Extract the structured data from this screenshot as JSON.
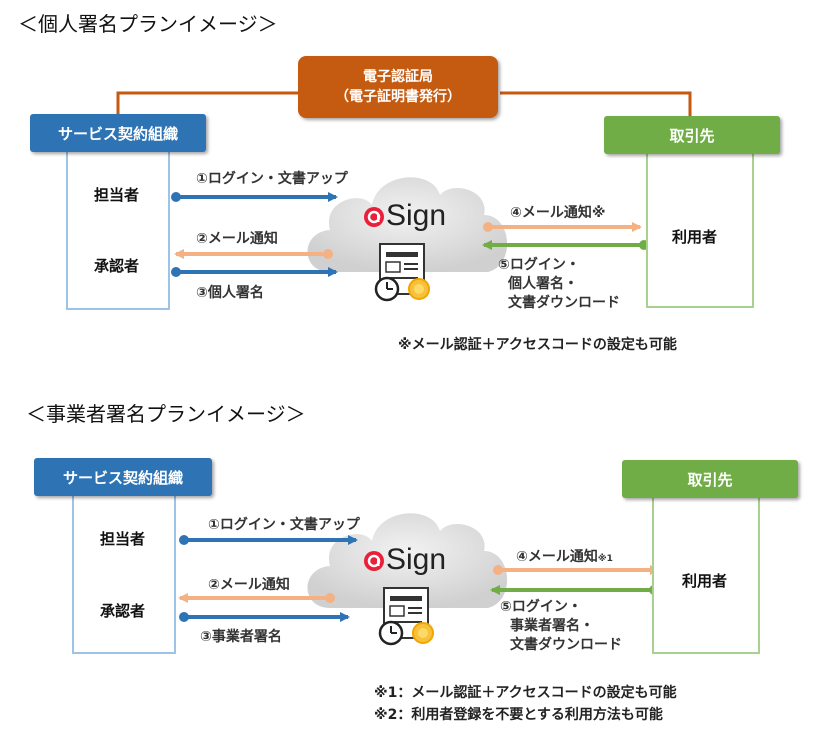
{
  "personal": {
    "title": "＜個人署名プランイメージ＞",
    "ca_line1": "電子認証局",
    "ca_line2": "（電子証明書発行）",
    "org_header": "サービス契約組織",
    "partner_header": "取引先",
    "role_staff": "担当者",
    "role_approver": "承認者",
    "role_user": "利用者",
    "brand": "Sign",
    "step1": "①ログイン・文書アップ",
    "step2": "②メール通知",
    "step3": "③個人署名",
    "step4": "④メール通知※",
    "step5_line1": "⑤ログイン・",
    "step5_line2": "個人署名・",
    "step5_line3": "文書ダウンロード",
    "note": "※メール認証＋アクセスコードの設定も可能"
  },
  "business": {
    "title": "＜事業者署名プランイメージ＞",
    "org_header": "サービス契約組織",
    "partner_header": "取引先",
    "role_staff": "担当者",
    "role_approver": "承認者",
    "role_user": "利用者",
    "brand": "Sign",
    "step1": "①ログイン・文書アップ",
    "step2": "②メール通知",
    "step3": "③事業者署名",
    "step4": "④メール通知",
    "step4_mark": "※1",
    "step5_line1": "⑤ログイン・",
    "step5_line2": "事業者署名・",
    "step5_line3": "文書ダウンロード",
    "note1": "※1：メール認証＋アクセスコードの設定も可能",
    "note2": "※2：利用者登録を不要とする利用方法も可能"
  },
  "colors": {
    "blue": "#2e74b5",
    "green": "#70ad47",
    "orange": "#c55a11",
    "peach_arrow": "#f4b183",
    "brand_red": "#e8203a"
  },
  "icons": [
    "cloud-icon",
    "document-icon",
    "clock-icon",
    "seal-icon",
    "brand-logo-icon"
  ]
}
